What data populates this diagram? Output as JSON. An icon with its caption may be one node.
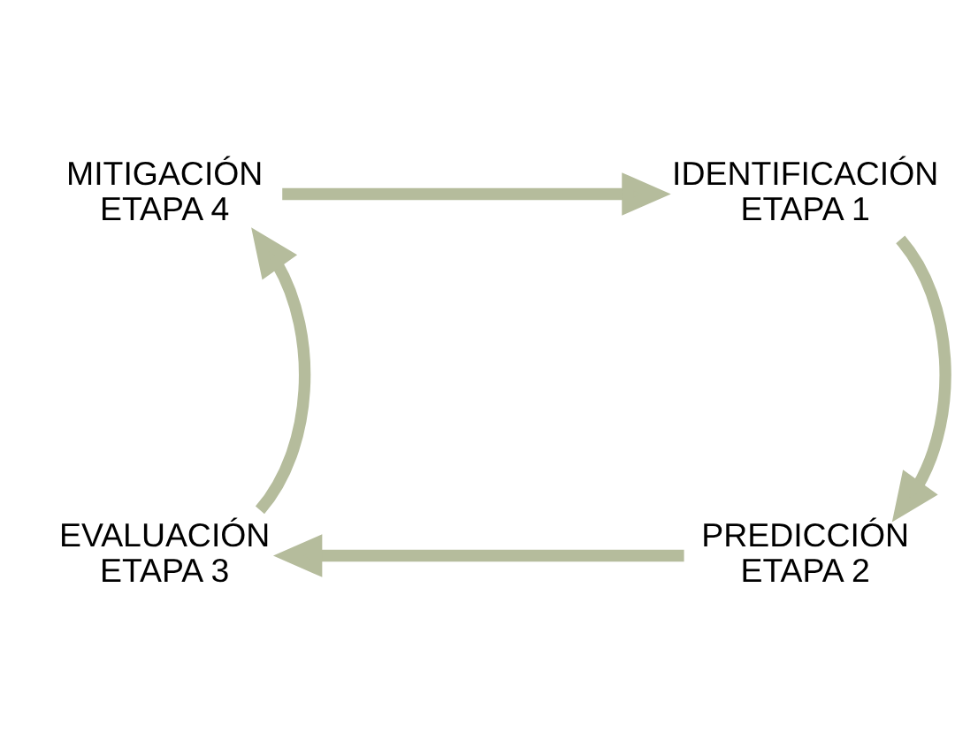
{
  "diagram": {
    "nodes": [
      {
        "text": [
          "MITIGACIÓN",
          "ETAPA 4"
        ]
      },
      {
        "text": [
          "IDENTIFICACIÓN",
          "ETAPA 1"
        ]
      },
      {
        "text": [
          "EVALUACIÓN",
          "ETAPA 3"
        ]
      },
      {
        "text": [
          "PREDICCIÓN",
          "ETAPA 2"
        ]
      }
    ],
    "edges": [
      {
        "from": 0,
        "to": 1,
        "arrow": "to"
      },
      {
        "from": 1,
        "to": 3,
        "arrow": "to"
      },
      {
        "from": 3,
        "to": 2,
        "arrow": "to"
      },
      {
        "from": 2,
        "to": 0,
        "arrow": "to"
      }
    ]
  }
}
